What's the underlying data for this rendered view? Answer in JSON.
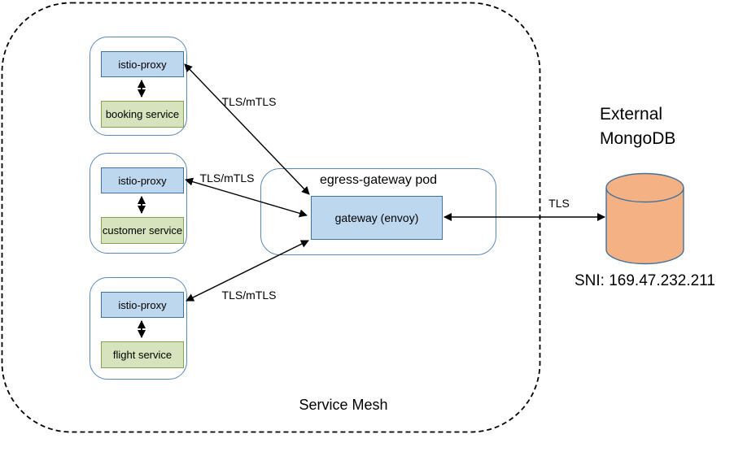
{
  "mesh": {
    "label": "Service Mesh"
  },
  "pods": [
    {
      "proxy_label": "istio-proxy",
      "service_label": "booking service"
    },
    {
      "proxy_label": "istio-proxy",
      "service_label": "customer service"
    },
    {
      "proxy_label": "istio-proxy",
      "service_label": "flight service"
    }
  ],
  "egress": {
    "title": "egress-gateway pod",
    "gateway_label": "gateway (envoy)"
  },
  "external_db": {
    "title_line1": "External",
    "title_line2": "MongoDB",
    "sni": "SNI: 169.47.232.211"
  },
  "edges": {
    "booking_gateway": "TLS/mTLS",
    "customer_gateway": "TLS/mTLS",
    "flight_gateway": "TLS/mTLS",
    "gateway_db": "TLS"
  },
  "colors": {
    "proxy_fill": "#bdd7ee",
    "proxy_border": "#41719c",
    "service_fill": "#d6e3bc",
    "service_border": "#86a457",
    "pod_border": "#5b87b5",
    "cylinder_fill": "#f4b183",
    "cylinder_border": "#41719c",
    "line_color": "#000000"
  }
}
